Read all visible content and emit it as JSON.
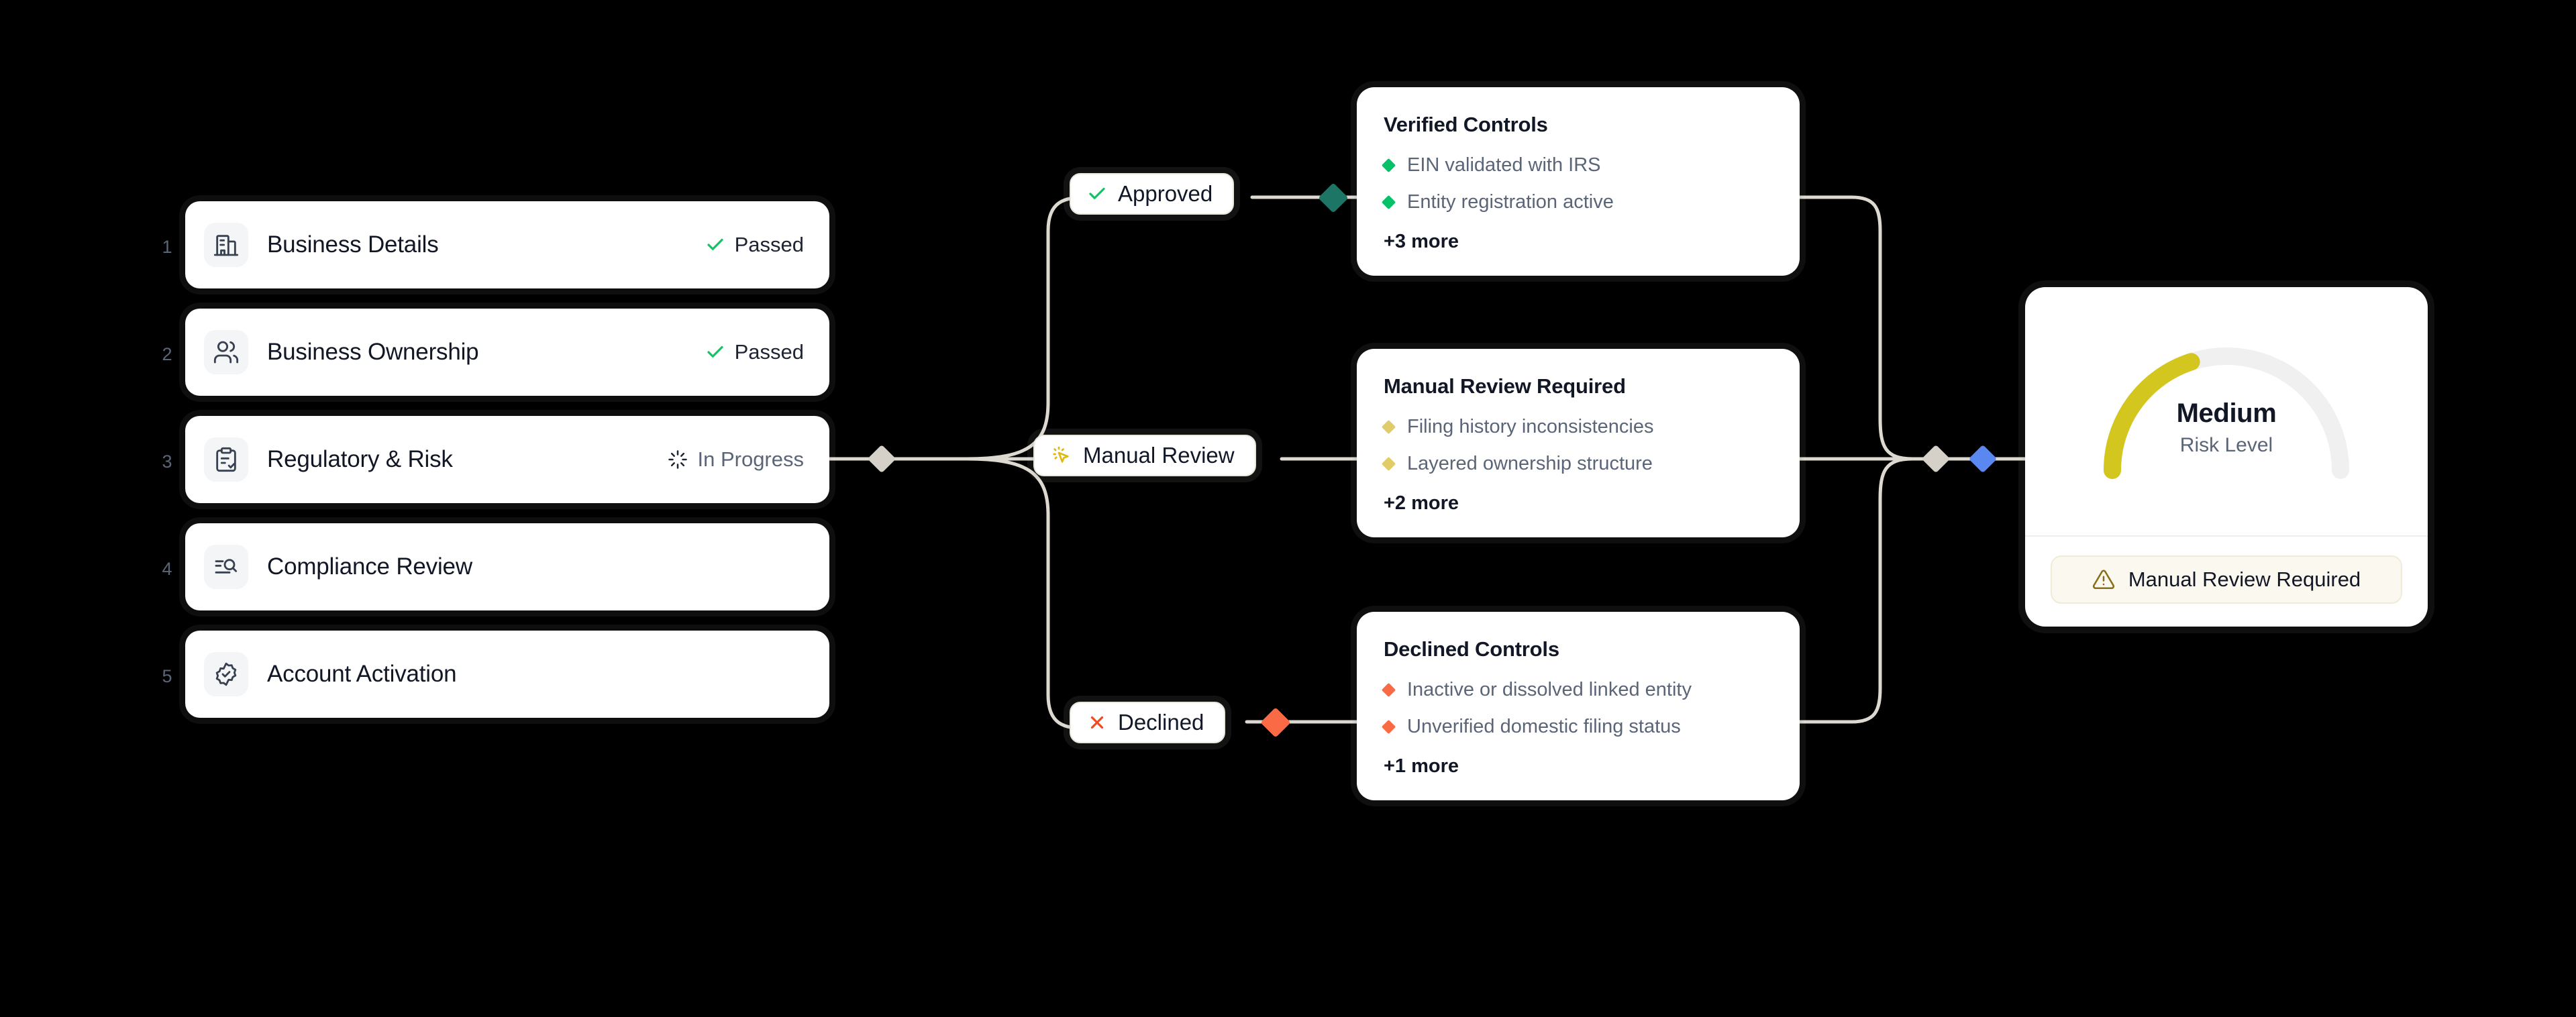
{
  "colors": {
    "background": "#000000",
    "card": "#ffffff",
    "wire": "#ddd9d1",
    "text_primary": "#121726",
    "text_muted": "#5b6578",
    "green": "#16c264",
    "green_dot": "#06c168",
    "teal_diamond": "#1d7566",
    "yellow": "#e0b90f",
    "yellow_dot": "#e0cd6a",
    "gauge_yellow": "#d2c61f",
    "gauge_track": "#f0f0f0",
    "red": "#f04a23",
    "red_dot": "#fa6b45",
    "blue_diamond": "#5b87f0",
    "gray_diamond": "#d5d1c9",
    "badge_bg": "#fbf8ef",
    "warn_stroke": "#8a6d18"
  },
  "steps": [
    {
      "num": "1",
      "icon": "building-icon",
      "label": "Business Details",
      "status": "Passed",
      "status_icon": "check-icon",
      "status_kind": "passed"
    },
    {
      "num": "2",
      "icon": "users-icon",
      "label": "Business Ownership",
      "status": "Passed",
      "status_icon": "check-icon",
      "status_kind": "passed"
    },
    {
      "num": "3",
      "icon": "clipboard-check-icon",
      "label": "Regulatory & Risk",
      "status": "In Progress",
      "status_icon": "loader-icon",
      "status_kind": "progress"
    },
    {
      "num": "4",
      "icon": "search-list-icon",
      "label": "Compliance Review",
      "status": "",
      "status_icon": "",
      "status_kind": "none"
    },
    {
      "num": "5",
      "icon": "badge-check-icon",
      "label": "Account Activation",
      "status": "",
      "status_icon": "",
      "status_kind": "none"
    }
  ],
  "branches": [
    {
      "key": "approved",
      "pill_label": "Approved",
      "pill_icon": "check-icon"
    },
    {
      "key": "manual",
      "pill_label": "Manual Review",
      "pill_icon": "mouse-pointer-click-icon"
    },
    {
      "key": "declined",
      "pill_label": "Declined",
      "pill_icon": "x-icon"
    }
  ],
  "control_cards": [
    {
      "key": "verified",
      "title": "Verified Controls",
      "items": [
        "EIN validated with IRS",
        "Entity registration active"
      ],
      "more": "+3 more",
      "dot_color": "#06c168"
    },
    {
      "key": "manual",
      "title": "Manual Review Required",
      "items": [
        "Filing history inconsistencies",
        "Layered ownership structure"
      ],
      "more": "+2 more",
      "dot_color": "#e0cd6a"
    },
    {
      "key": "declined",
      "title": "Declined Controls",
      "items": [
        "Inactive or dissolved linked entity",
        "Unverified domestic filing status"
      ],
      "more": "+1 more",
      "dot_color": "#fa6b45"
    }
  ],
  "risk": {
    "level": "Medium",
    "sublabel": "Risk Level",
    "gauge_fill_pct": 40,
    "badge_label": "Manual Review Required",
    "badge_icon": "warning-triangle-icon"
  }
}
